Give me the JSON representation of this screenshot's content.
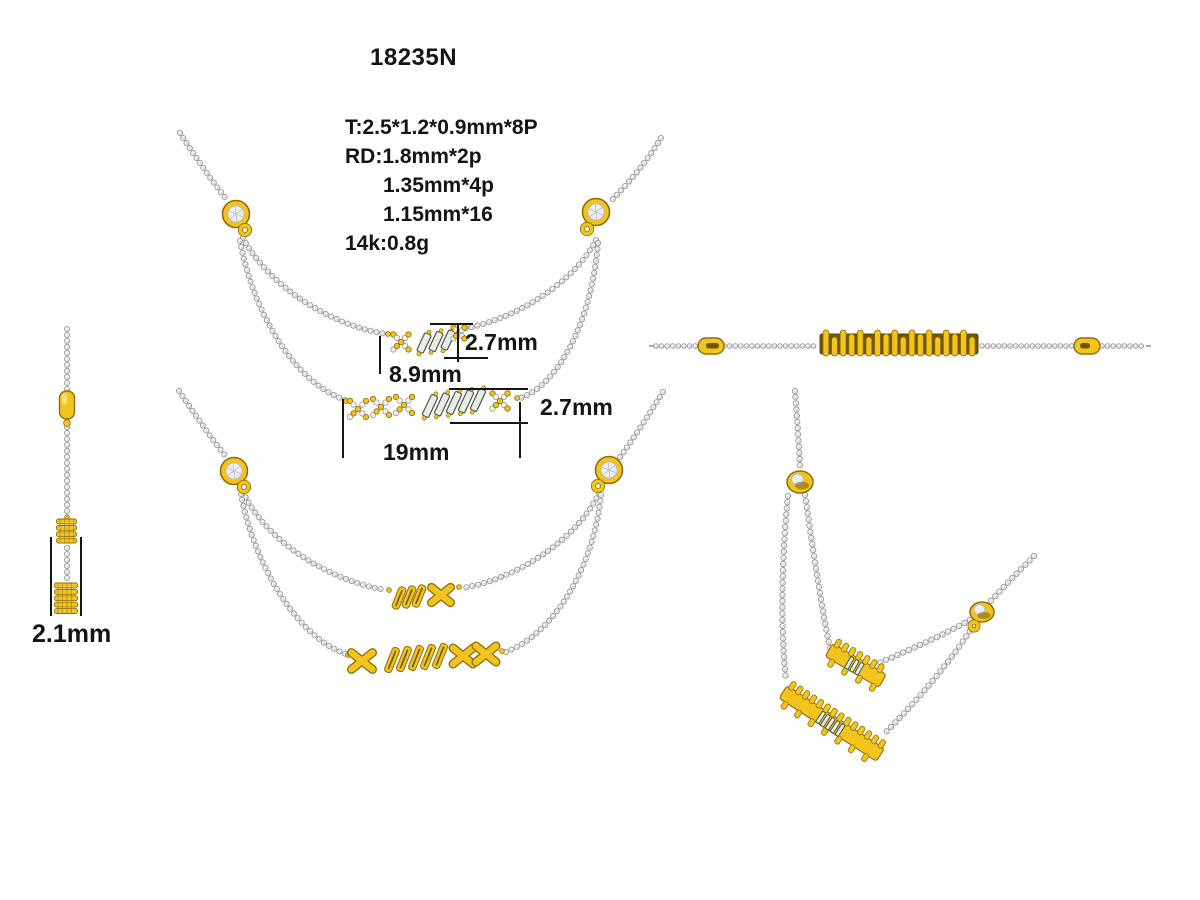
{
  "title": "18235N",
  "spec_lines": [
    {
      "text": "T:2.5*1.2*0.9mm*8P"
    },
    {
      "text": "RD:1.8mm*2p"
    },
    {
      "text": "1.35mm*4p"
    },
    {
      "text": "1.15mm*16"
    },
    {
      "text": "14k:0.8g"
    }
  ],
  "dimensions": {
    "upper_pendant_height": "2.7mm",
    "upper_pendant_width": "8.9mm",
    "lower_pendant_height": "2.7mm",
    "lower_pendant_width": "19mm",
    "side_profile_width": "2.1mm"
  },
  "colors": {
    "background": "#FFFFFF",
    "text": "#141414",
    "dimension_line": "#141414",
    "gold": "#F2C41D",
    "gold_light": "#FBE27A",
    "gold_dark": "#8F6E08",
    "gold_deep": "#6E5605",
    "bead_fill": "#F4F4F4",
    "bead_stroke": "#989898",
    "bead_shade": "#CFCFCF",
    "diamond_fill": "#EDEFF1",
    "diamond_stroke": "#B8BEC6",
    "baguette_fill": "#E9EDE7",
    "baguette_stroke": "#4D5443"
  }
}
